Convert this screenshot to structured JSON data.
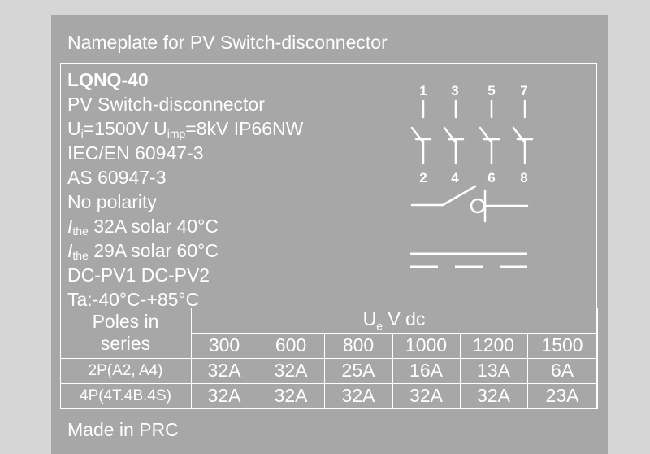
{
  "title": "Nameplate for PV Switch-disconnector",
  "specs": {
    "model": "LQNQ-40",
    "product": "PV Switch-disconnector",
    "ui_symbol": "U",
    "ui_sub": "i",
    "ui_value": "=1500V",
    "uimp_symbol": "U",
    "uimp_sub": "imp",
    "uimp_value": "=8kV IP66NW",
    "standard_iec": "IEC/EN 60947-3",
    "standard_as": "AS 60947-3",
    "polarity": "No polarity",
    "ith_symbol": "I",
    "ith_sub": "the",
    "ith_40": " 32A solar 40°C",
    "ith_60": " 29A solar 60°C",
    "category": "DC-PV1 DC-PV2",
    "ambient": "Ta:-40°C-+85°C"
  },
  "terminals": {
    "top": [
      "1",
      "3",
      "5",
      "7"
    ],
    "bottom": [
      "2",
      "4",
      "6",
      "8"
    ]
  },
  "table": {
    "poles_header_line1": "Poles in",
    "poles_header_line2": "series",
    "ue_symbol": "U",
    "ue_sub": "e",
    "ue_unit": " V dc",
    "voltages": [
      "300",
      "600",
      "800",
      "1000",
      "1200",
      "1500"
    ],
    "rows": [
      {
        "label": "2P(A2, A4)",
        "values": [
          "32A",
          "32A",
          "25A",
          "16A",
          "13A",
          "6A"
        ]
      },
      {
        "label": "4P(4T.4B.4S)",
        "values": [
          "32A",
          "32A",
          "32A",
          "32A",
          "32A",
          "23A"
        ]
      }
    ]
  },
  "footer": "Made in PRC",
  "colors": {
    "plate": "#a7a7a7",
    "ink": "#ffffff",
    "background": "#d6d6d6"
  }
}
